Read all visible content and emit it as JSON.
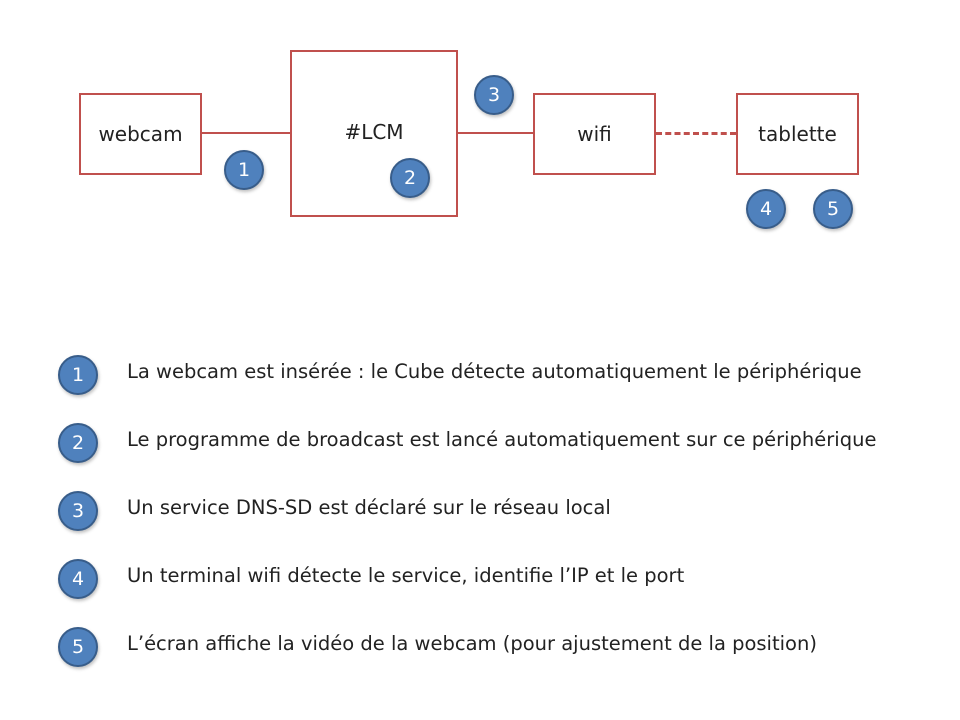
{
  "diagram": {
    "nodes": {
      "webcam": "webcam",
      "lcm": "#LCM",
      "wifi": "wifi",
      "tablette": "tablette"
    },
    "badges": {
      "b1": "1",
      "b2": "2",
      "b3": "3",
      "b4": "4",
      "b5": "5"
    }
  },
  "steps": [
    {
      "num": "1",
      "text": "La webcam est insérée : le Cube détecte automatiquement le périphérique"
    },
    {
      "num": "2",
      "text": "Le programme de broadcast est lancé automatiquement sur ce périphérique"
    },
    {
      "num": "3",
      "text": "Un service DNS-SD est déclaré sur le réseau local"
    },
    {
      "num": "4",
      "text": "Un terminal wifi détecte le service, identifie l’IP et le port"
    },
    {
      "num": "5",
      "text": "L’écran affiche la vidéo de la webcam (pour ajustement de la position)"
    }
  ],
  "colors": {
    "box_border": "#c0504d",
    "badge_fill": "#4f81bd",
    "badge_border": "#385d8a"
  }
}
